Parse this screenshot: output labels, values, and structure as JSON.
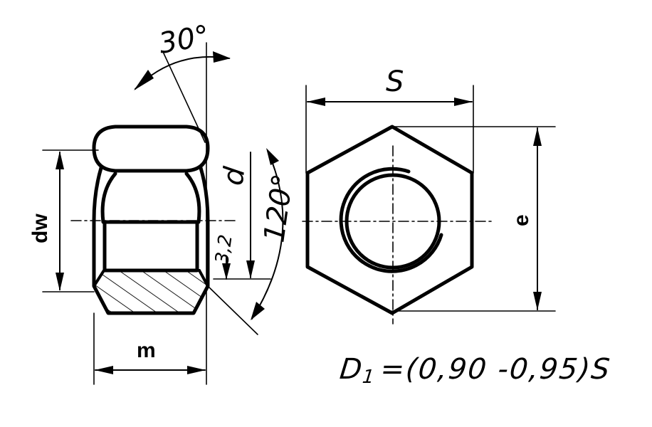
{
  "labels": {
    "angle_top": "30°",
    "angle_side": "120°",
    "d": "d",
    "chamfer": "3,2",
    "dw": "dw",
    "m": "m",
    "s": "S",
    "e": "e"
  },
  "formula": {
    "lhs": "D",
    "sub": "1",
    "rhs": "=(0,90 -0,95)S"
  }
}
